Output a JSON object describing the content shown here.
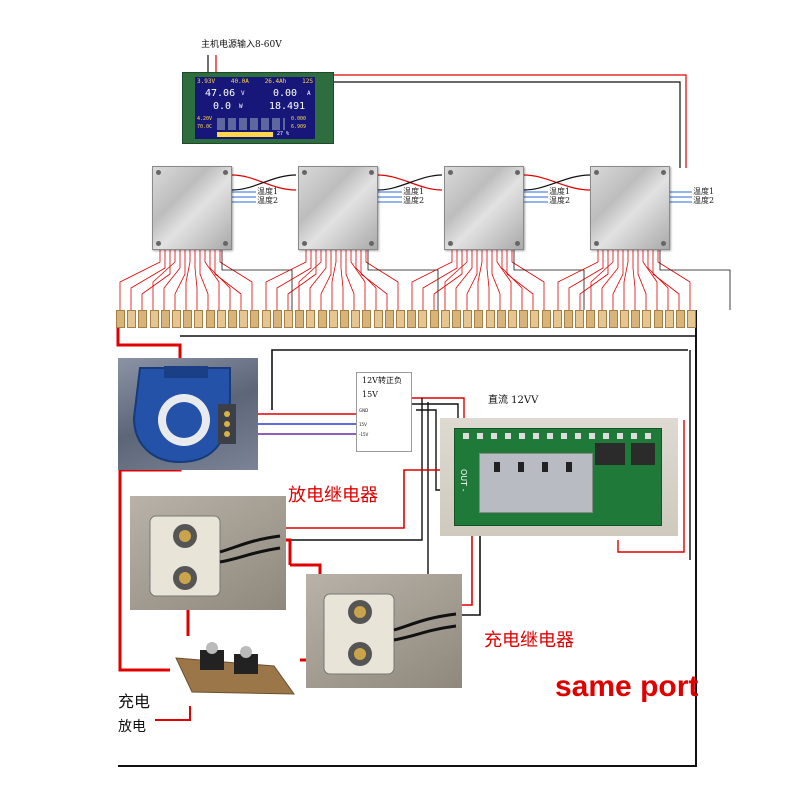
{
  "top_label": "主机电源输入8-60V",
  "lcd": {
    "row1": [
      "3.93V",
      "40.0A",
      "26.4Ah",
      "12S"
    ],
    "voltage": "47.06",
    "voltage_unit": "V",
    "current": "0.00",
    "current_unit": "A",
    "power": "0.0",
    "power_unit": "W",
    "energy": "18.491",
    "row4_left": "4.20V",
    "row5_left": "70.0C",
    "row4_right": "0.000",
    "row5_right": "6.909",
    "percent": "27 %"
  },
  "temp_labels": [
    [
      "温度1",
      "温度2"
    ],
    [
      "温度1",
      "温度2"
    ],
    [
      "温度1",
      "温度2"
    ],
    [
      "温度1",
      "温度2"
    ]
  ],
  "converter": {
    "title": "12V转正负",
    "value": "15V",
    "pins": [
      "GND",
      "15V",
      "-15V"
    ]
  },
  "dc_label": "直流 12VV",
  "out_label": "OUT -",
  "discharge_relay_label": "放电继电器",
  "charge_relay_label": "充电继电器",
  "charge_label": "充电",
  "discharge_label": "放电",
  "same_port_label": "same port",
  "colors": {
    "red_wire": "#e00000",
    "black_wire": "#111111",
    "blue_wire": "#2a3fd0",
    "lcd_bg": "#1a1a8a",
    "pcb_green": "#1f7a3a",
    "label_red": "#e00000"
  }
}
